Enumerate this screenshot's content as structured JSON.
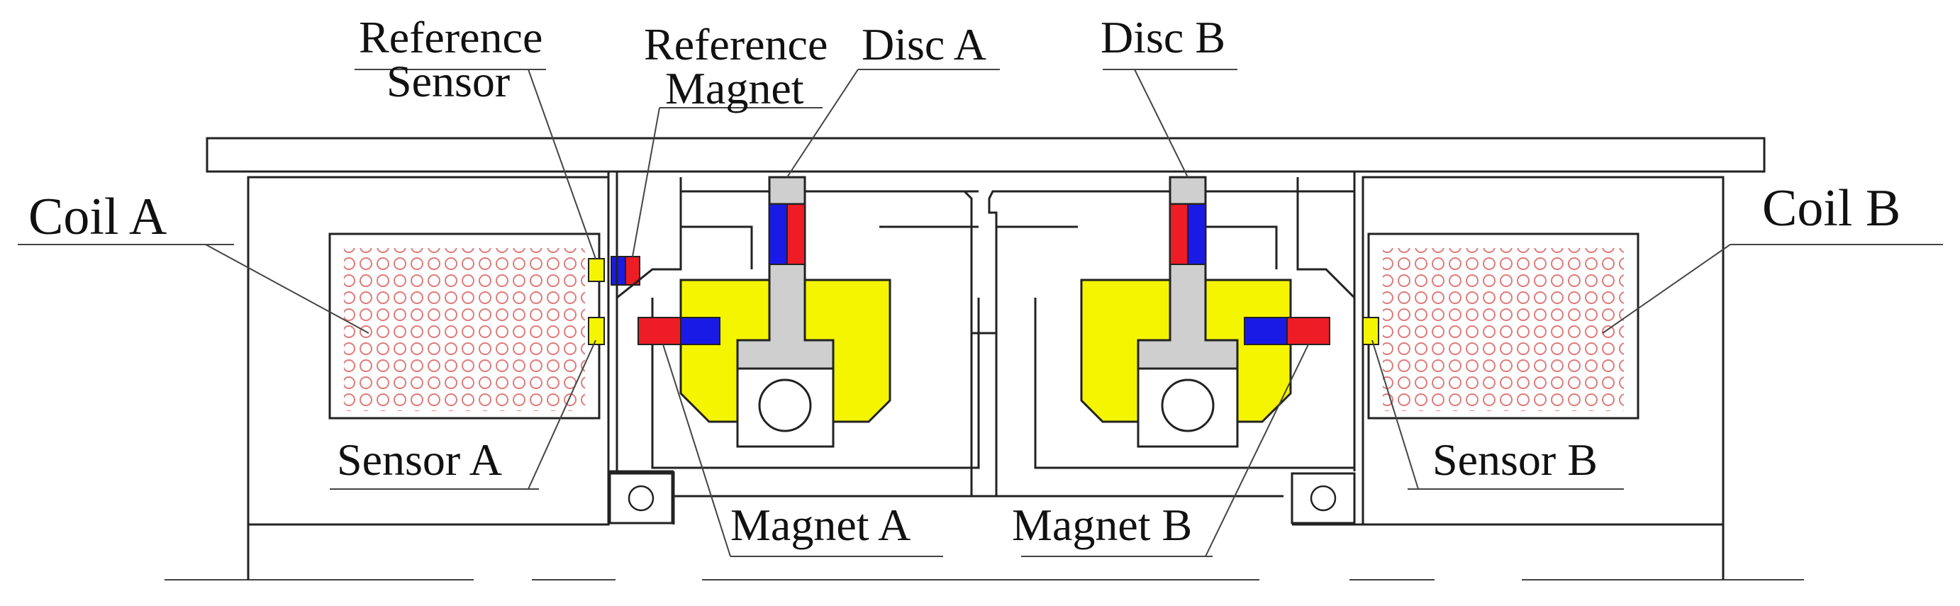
{
  "labels": {
    "reference_sensor_line1": "Reference",
    "reference_sensor_line2": "Sensor",
    "reference_magnet_line1": "Reference",
    "reference_magnet_line2": "Magnet",
    "disc_a": "Disc A",
    "disc_b": "Disc B",
    "coil_a": "Coil A",
    "coil_b": "Coil B",
    "sensor_a": "Sensor A",
    "sensor_b": "Sensor B",
    "magnet_a": "Magnet A",
    "magnet_b": "Magnet B"
  },
  "colors": {
    "magnet_north": "#ee1c24",
    "magnet_south": "#1a1ae6",
    "sensor": "#f5f500",
    "disc_body": "#f5f500",
    "shaft": "#cfcfcf",
    "coil_dots": "#e07a7a"
  }
}
